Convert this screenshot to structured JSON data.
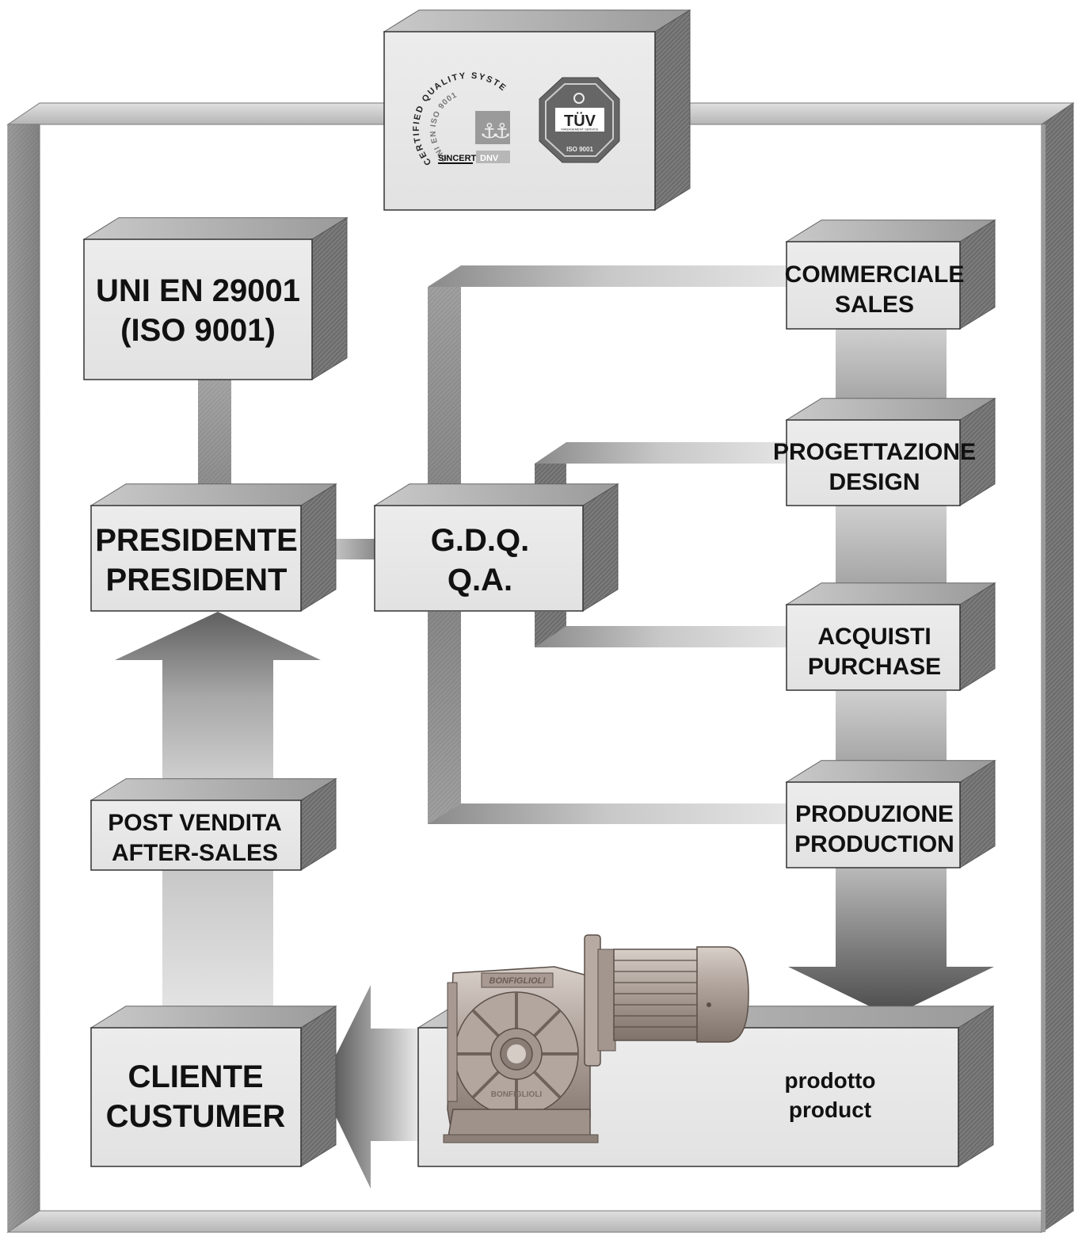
{
  "certification": {
    "ring_text": "CERTIFIED QUALITY SYSTEM",
    "ring_sub": "UNI EN ISO 9001",
    "sincert": "SINCERT",
    "dnv": "DNV",
    "tuv_main": "TÜV",
    "tuv_sub": "MANAGEMENT SERVICE",
    "tuv_iso": "ISO 9001"
  },
  "boxes": {
    "standard": {
      "line1": "UNI EN 29001",
      "line2": "(ISO 9001)"
    },
    "president": {
      "line1": "PRESIDENTE",
      "line2": "PRESIDENT"
    },
    "qa": {
      "line1": "G.D.Q.",
      "line2": "Q.A."
    },
    "sales": {
      "line1": "COMMERCIALE",
      "line2": "SALES"
    },
    "design": {
      "line1": "PROGETTAZIONE",
      "line2": "DESIGN"
    },
    "purchase": {
      "line1": "ACQUISTI",
      "line2": "PURCHASE"
    },
    "production": {
      "line1": "PRODUZIONE",
      "line2": "PRODUCTION"
    },
    "after_sales": {
      "line1": "POST VENDITA",
      "line2": "AFTER-SALES"
    },
    "customer": {
      "line1": "CLIENTE",
      "line2": "CUSTUMER"
    },
    "product": {
      "line1": "prodotto",
      "line2": "product"
    }
  },
  "product_brand": "BONFIGLIOLI"
}
